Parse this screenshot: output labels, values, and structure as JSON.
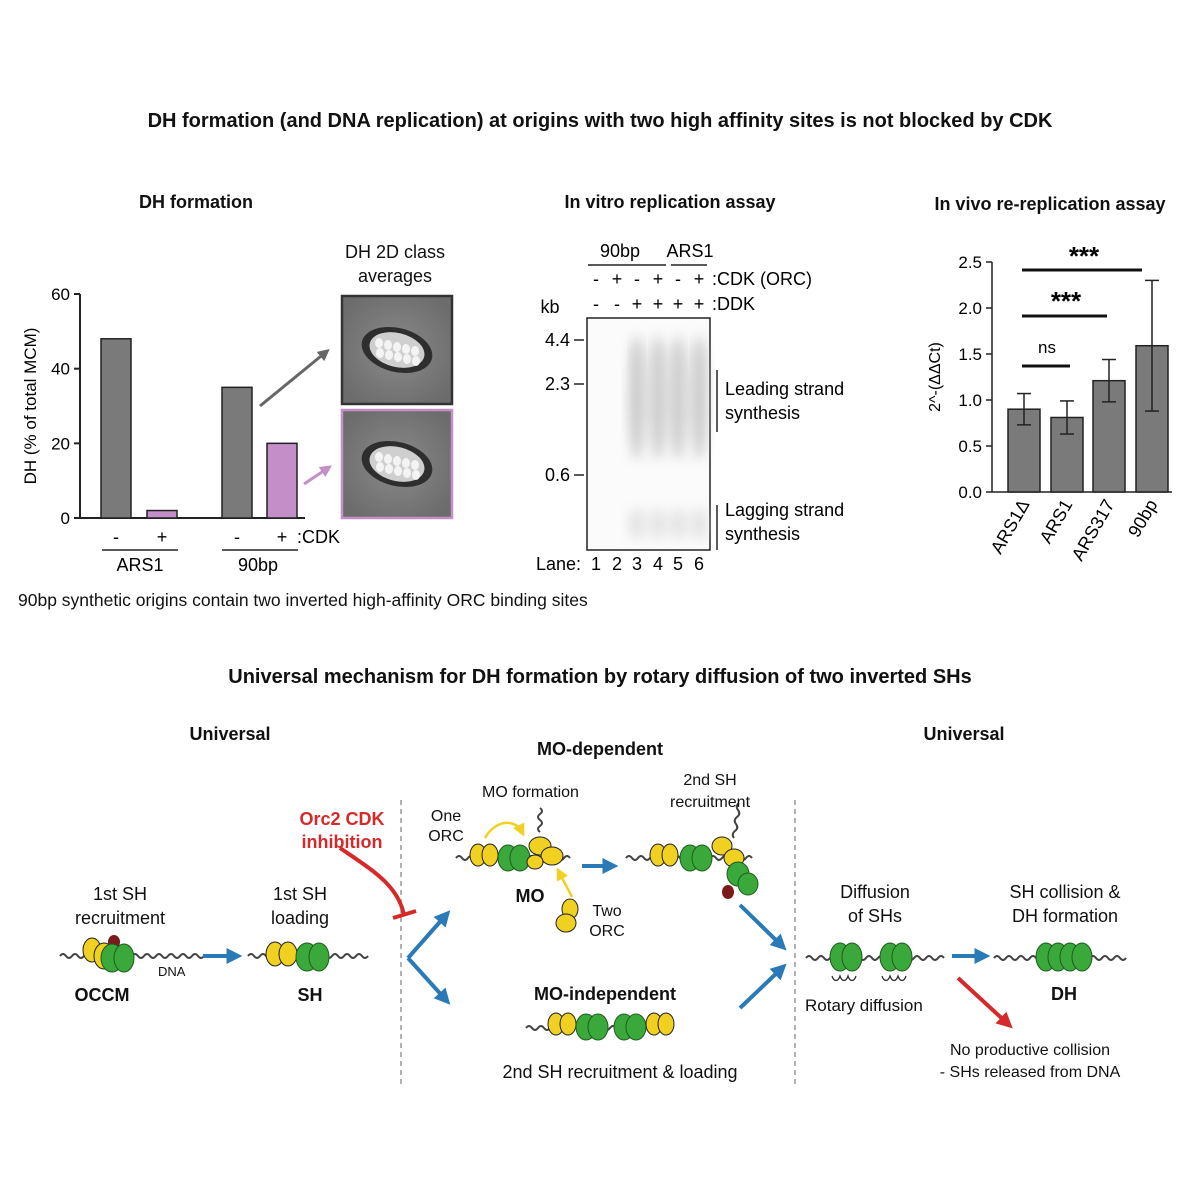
{
  "main_title": "DH formation (and DNA replication) at origins with two high affinity sites is not blocked by CDK",
  "panel_a": {
    "title": "DH formation",
    "class_avg_title": "DH 2D class averages",
    "note": "90bp synthetic origins contain two inverted high-affinity ORC binding sites",
    "signs": [
      "-",
      "+",
      "-",
      "+"
    ],
    "condition_label": ":CDK",
    "groups": [
      "ARS1",
      "90bp"
    ],
    "colors": {
      "minus": "#7a7a7a",
      "plus": "#c48ec8"
    },
    "chart_data": {
      "type": "bar",
      "categories": [
        "ARS1 -",
        "ARS1 +",
        "90bp -",
        "90bp +"
      ],
      "values": [
        48,
        2,
        35,
        20
      ],
      "ylabel": "DH (% of total MCM)",
      "ylim": [
        0,
        60
      ],
      "yticks": [
        "0",
        "20",
        "40",
        "60"
      ]
    }
  },
  "panel_b": {
    "title": "In vitro replication assay",
    "group_labels": [
      "90bp",
      "ARS1"
    ],
    "cdk_signs": [
      "-",
      "+",
      "-",
      "+",
      "-",
      "+"
    ],
    "cdk_label": ":CDK (ORC)",
    "ddk_signs": [
      "-",
      "-",
      "+",
      "+",
      "+",
      "+"
    ],
    "ddk_label": ":DDK",
    "kb_label": "kb",
    "markers": [
      "4.4",
      "2.3",
      "0.6"
    ],
    "lane_label": "Lane:",
    "lanes": [
      "1",
      "2",
      "3",
      "4",
      "5",
      "6"
    ],
    "leading": [
      "Leading strand",
      "synthesis"
    ],
    "lagging": [
      "Lagging strand",
      "synthesis"
    ]
  },
  "panel_c": {
    "title": "In vivo re-replication assay",
    "sig": [
      "***",
      "***",
      "ns"
    ],
    "chart_data": {
      "type": "bar",
      "categories": [
        "ARS1Δ",
        "ARS1",
        "ARS317",
        "90bp"
      ],
      "values": [
        0.9,
        0.81,
        1.21,
        1.59
      ],
      "errors": [
        0.17,
        0.18,
        0.23,
        0.71
      ],
      "ylabel": "2^-(ΔΔCt)",
      "ylim": [
        0,
        2.5
      ],
      "yticks": [
        "0.0",
        "0.5",
        "1.0",
        "1.5",
        "2.0",
        "2.5"
      ]
    }
  },
  "mechanism": {
    "title": "Universal mechanism for DH formation by rotary diffusion of two inverted SHs",
    "universal_left": "Universal",
    "mo_dependent": "MO-dependent",
    "universal_right": "Universal",
    "first_sh_recruitment": [
      "1st SH",
      "recruitment"
    ],
    "dna": "DNA",
    "occm": "OCCM",
    "first_sh_loading": [
      "1st SH",
      "loading"
    ],
    "sh": "SH",
    "inhibition": [
      "Orc2 CDK",
      "inhibition"
    ],
    "one_orc": [
      "One",
      "ORC"
    ],
    "mo_formation": "MO formation",
    "mo": "MO",
    "two_orc": [
      "Two",
      "ORC"
    ],
    "second_sh_recruitment": [
      "2nd SH",
      "recruitment"
    ],
    "mo_independent": "MO-independent",
    "second_sh_loading": "2nd SH recruitment & loading",
    "diffusion": [
      "Diffusion",
      "of SHs"
    ],
    "rotary": "Rotary diffusion",
    "collision": [
      "SH collision &",
      "DH formation"
    ],
    "dh": "DH",
    "no_collision": [
      "No productive collision",
      "- SHs released from DNA"
    ],
    "colors": {
      "arrow_blue": "#2a7ab8",
      "inhibit_red": "#d62a2a",
      "mcm_green": "#3aa83a",
      "orc_yellow": "#f0d020",
      "cdt_dark": "#7a1a1a"
    }
  }
}
